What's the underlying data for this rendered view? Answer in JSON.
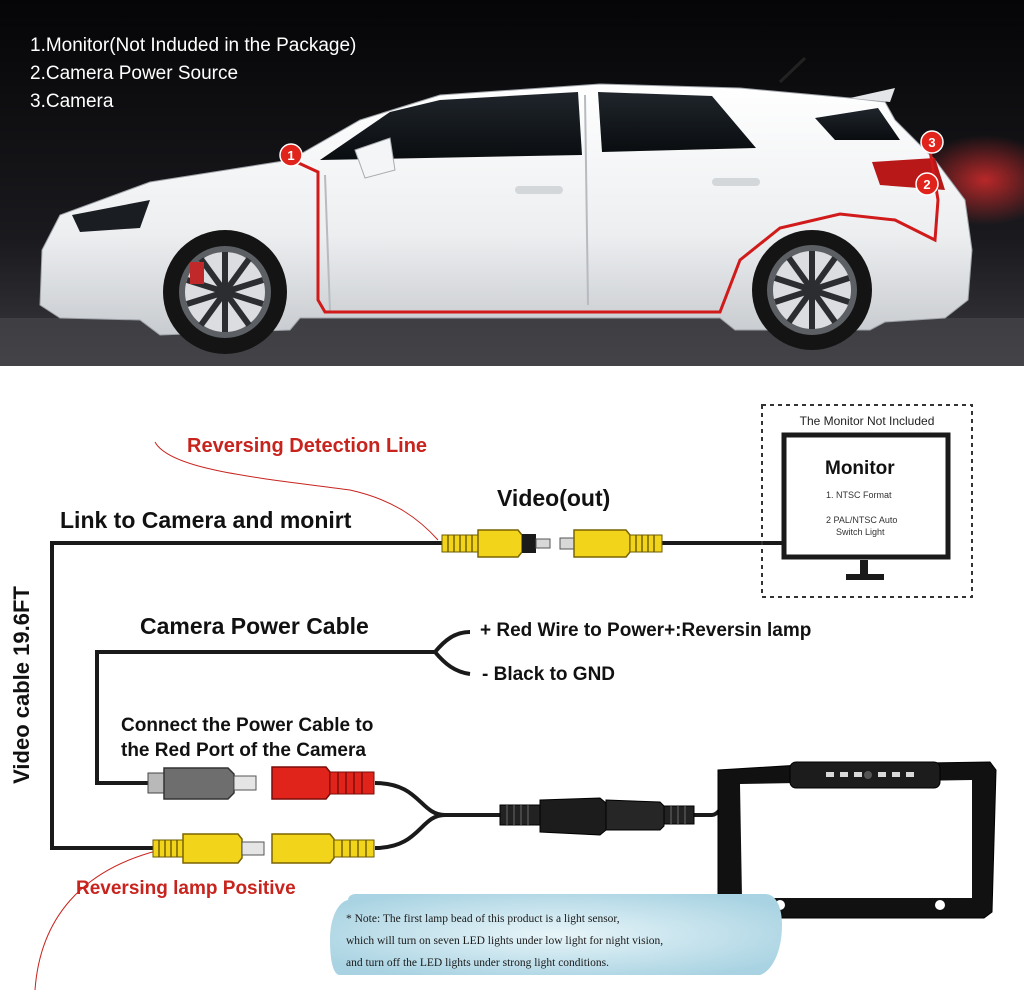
{
  "header": {
    "legend": [
      "1.Monitor(Not Induded in the Package)",
      "2.Camera Power Source",
      "3.Camera"
    ],
    "markers": [
      "1",
      "2",
      "3"
    ]
  },
  "diagram": {
    "reversing_detection_label": "Reversing Detection Line",
    "link_label": "Link to Camera and monirt",
    "video_out_label": "Video(out)",
    "video_cable_label": "Video cable 19.6FT",
    "power_cable_label": "Camera Power Cable",
    "red_wire_label": "+ Red Wire to Power+:Reversin lamp",
    "black_wire_label": "- Black to GND",
    "connect_label_line1": "Connect the Power Cable to",
    "connect_label_line2": "the Red Port of the Camera",
    "reversing_lamp_label": "Reversing lamp Positive",
    "monitor_box": {
      "caption": "The Monitor Not Included",
      "title": "Monitor",
      "item1": "1. NTSC Format",
      "item2_line1": "2 PAL/NTSC Auto",
      "item2_line2": "Switch Light"
    },
    "note": {
      "line1": "* Note: The first lamp bead of this product is a light sensor,",
      "line2": "which will turn on seven LED lights under low light for night vision,",
      "line3": "and turn off the LED lights under strong light conditions."
    }
  },
  "colors": {
    "wire_red": "#d11a1a",
    "connector_yellow": "#f2d51a",
    "connector_red": "#e0241c",
    "connector_gray": "#6e6e6e",
    "label_red": "#c8241e",
    "note_bg": "#cfe7ef"
  }
}
